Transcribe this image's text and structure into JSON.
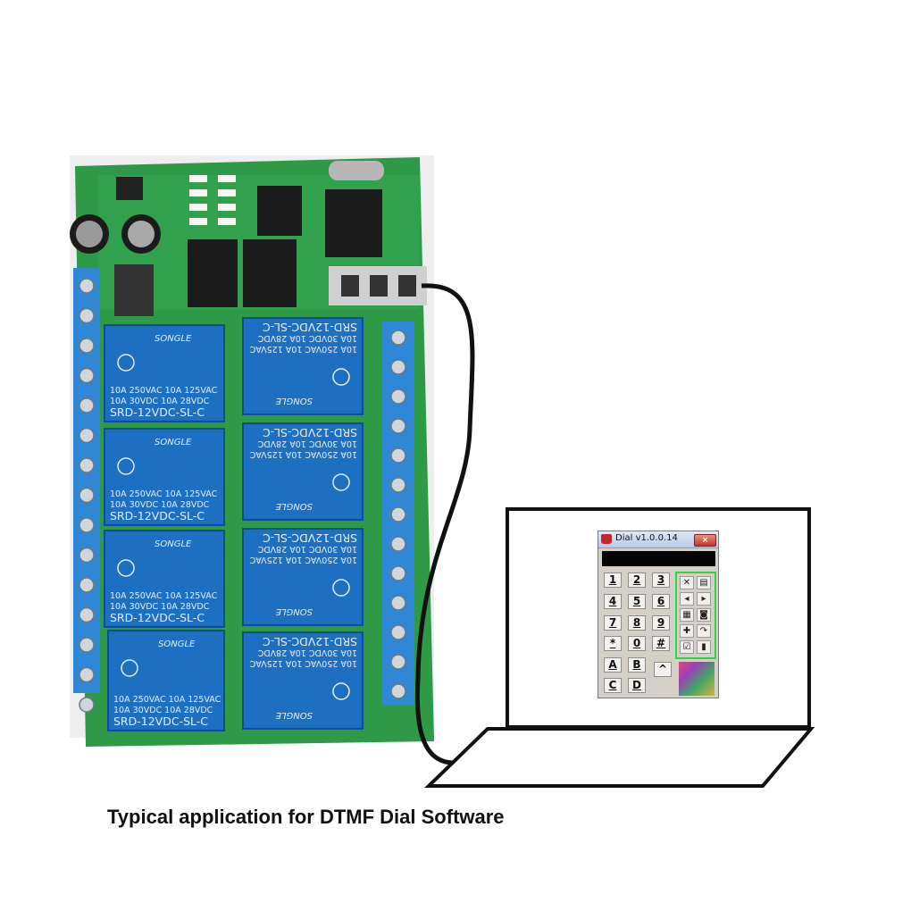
{
  "board": {
    "relay_brand": "SONGLE",
    "relay_model": "SRD-12VDC-SL-C",
    "relay_rating_1": "10A 250VAC  10A 125VAC",
    "relay_rating_2": "10A  30VDC  10A  28VDC",
    "relay_count": 8
  },
  "dial_app": {
    "title": "Dial v1.0.0.14",
    "close_glyph": "×",
    "keypad": [
      [
        "1",
        "2",
        "3"
      ],
      [
        "4",
        "5",
        "6"
      ],
      [
        "7",
        "8",
        "9"
      ],
      [
        "*",
        "0",
        "#"
      ],
      [
        "A",
        "B",
        "^"
      ],
      [
        "C",
        "D",
        ""
      ]
    ],
    "tool_icons": [
      "close-x-icon",
      "paste-icon",
      "rewind-icon",
      "play-icon",
      "print-icon",
      "camera-icon",
      "add-icon",
      "redo-icon",
      "checkbox-icon",
      "info-icon"
    ],
    "tool_glyphs": [
      "✕",
      "▤",
      "◂",
      "▸",
      "▦",
      "◙",
      "✚",
      "↷",
      "☑",
      "▮"
    ]
  },
  "caption": "Typical application for DTMF Dial Software",
  "colors": {
    "pcb_green": "#2e9a48",
    "relay_blue": "#1e6fc2",
    "terminal_blue": "#2f87d6",
    "tool_border": "#2fd63e"
  }
}
